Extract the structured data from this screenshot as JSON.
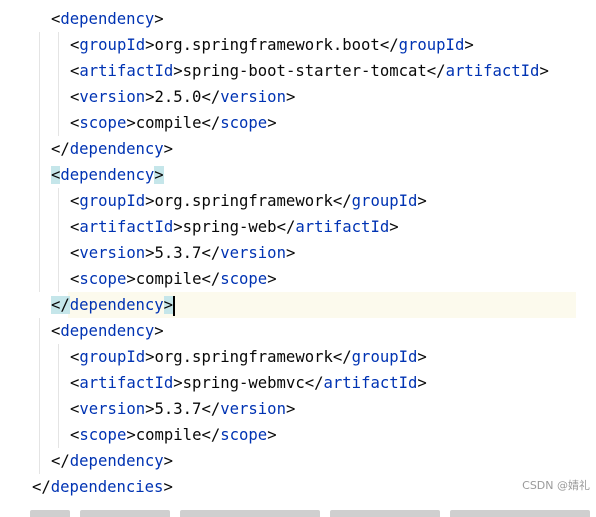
{
  "editor": {
    "lines": [
      {
        "indent": 1,
        "kind": "open",
        "tag": "dependency"
      },
      {
        "indent": 2,
        "kind": "elem",
        "tag": "groupId",
        "text": "org.springframework.boot"
      },
      {
        "indent": 2,
        "kind": "elem",
        "tag": "artifactId",
        "text": "spring-boot-starter-tomcat"
      },
      {
        "indent": 2,
        "kind": "elem",
        "tag": "version",
        "text": "2.5.0"
      },
      {
        "indent": 2,
        "kind": "elem",
        "tag": "scope",
        "text": "compile"
      },
      {
        "indent": 1,
        "kind": "close",
        "tag": "dependency"
      },
      {
        "indent": 1,
        "kind": "open",
        "tag": "dependency",
        "brace_match": true
      },
      {
        "indent": 2,
        "kind": "elem",
        "tag": "groupId",
        "text": "org.springframework"
      },
      {
        "indent": 2,
        "kind": "elem",
        "tag": "artifactId",
        "text": "spring-web"
      },
      {
        "indent": 2,
        "kind": "elem",
        "tag": "version",
        "text": "5.3.7"
      },
      {
        "indent": 2,
        "kind": "elem",
        "tag": "scope",
        "text": "compile"
      },
      {
        "indent": 1,
        "kind": "close",
        "tag": "dependency",
        "brace_match": true,
        "current": true,
        "caret": true
      },
      {
        "indent": 1,
        "kind": "open",
        "tag": "dependency"
      },
      {
        "indent": 2,
        "kind": "elem",
        "tag": "groupId",
        "text": "org.springframework"
      },
      {
        "indent": 2,
        "kind": "elem",
        "tag": "artifactId",
        "text": "spring-webmvc"
      },
      {
        "indent": 2,
        "kind": "elem",
        "tag": "version",
        "text": "5.3.7"
      },
      {
        "indent": 2,
        "kind": "elem",
        "tag": "scope",
        "text": "compile"
      },
      {
        "indent": 1,
        "kind": "close",
        "tag": "dependency"
      },
      {
        "indent": 0,
        "kind": "close",
        "tag": "dependencies"
      }
    ]
  },
  "watermark": "CSDN @婧礼",
  "colors": {
    "tag": "#0033b3",
    "text": "#080808",
    "brace_match_bg": "#c5e6ea",
    "current_line_bg": "#fcfaed"
  }
}
